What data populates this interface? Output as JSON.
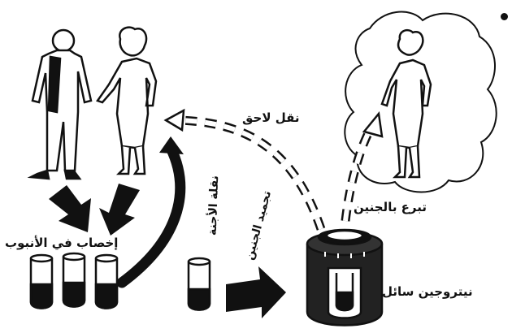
{
  "labels": {
    "later_transfer": "نقل لاحق",
    "embryo_transfer": "نقلة الأجنة",
    "ivf": "إخصاب في الأنبوب",
    "embryo_donation": "تبرع بالجنين",
    "embryo_freezing": "تجميد الجنين",
    "liquid_nitrogen": "نيتروجين سائل"
  },
  "colors": {
    "ink": "#111111",
    "paper": "#ffffff"
  }
}
